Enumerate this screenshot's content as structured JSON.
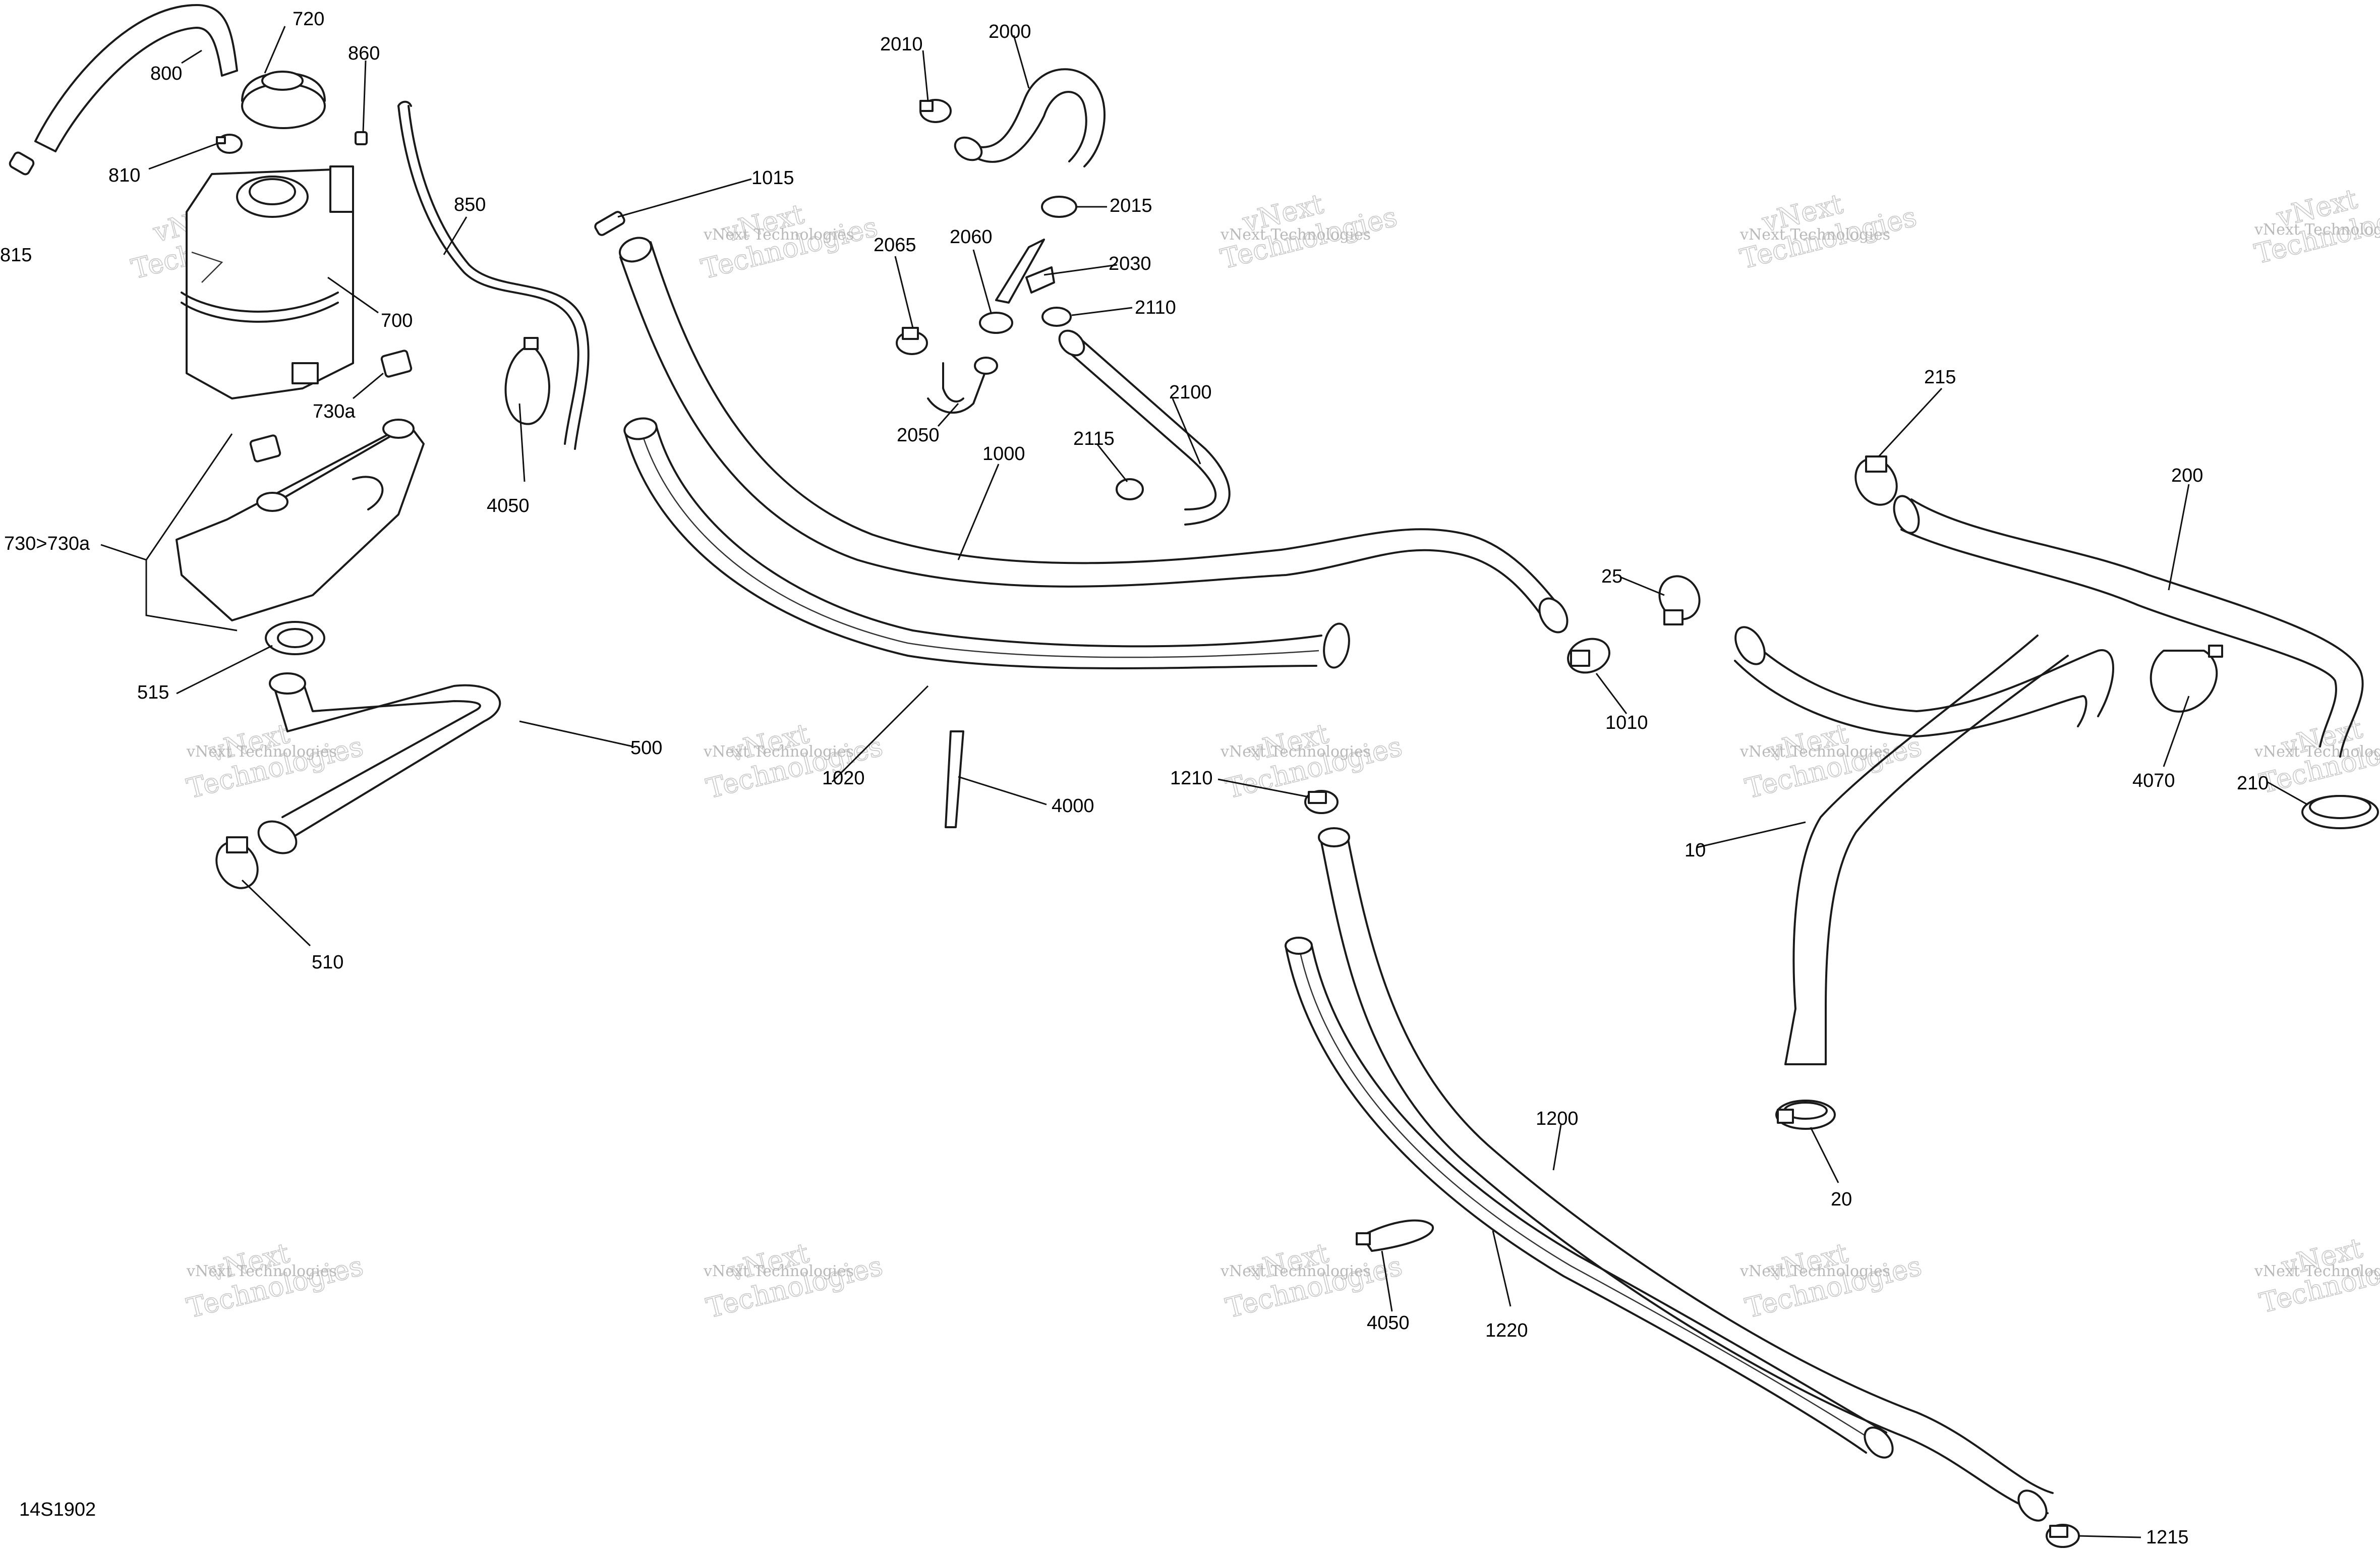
{
  "figure_ref": "14S1902",
  "watermark": {
    "line1": "vNext Technologies",
    "line2": "vNext",
    "line3": "Technologies"
  },
  "callouts": {
    "c720": "720",
    "c860": "860",
    "c800": "800",
    "c810": "810",
    "c815": "815",
    "c850": "850",
    "c700": "700",
    "c730a": "730a",
    "c730": "730>730a",
    "c4050a": "4050",
    "c515": "515",
    "c500": "500",
    "c510": "510",
    "c2010": "2010",
    "c2000": "2000",
    "c1015": "1015",
    "c2015": "2015",
    "c2065": "2065",
    "c2060": "2060",
    "c2030": "2030",
    "c2110": "2110",
    "c2100": "2100",
    "c2050": "2050",
    "c2115": "2115",
    "c1000": "1000",
    "c1020": "1020",
    "c4000": "4000",
    "c25": "25",
    "c1010": "1010",
    "c215": "215",
    "c200": "200",
    "c4070": "4070",
    "c210": "210",
    "c10": "10",
    "c1210": "1210",
    "c1200": "1200",
    "c20": "20",
    "c4050b": "4050",
    "c1220": "1220",
    "c1215": "1215"
  }
}
